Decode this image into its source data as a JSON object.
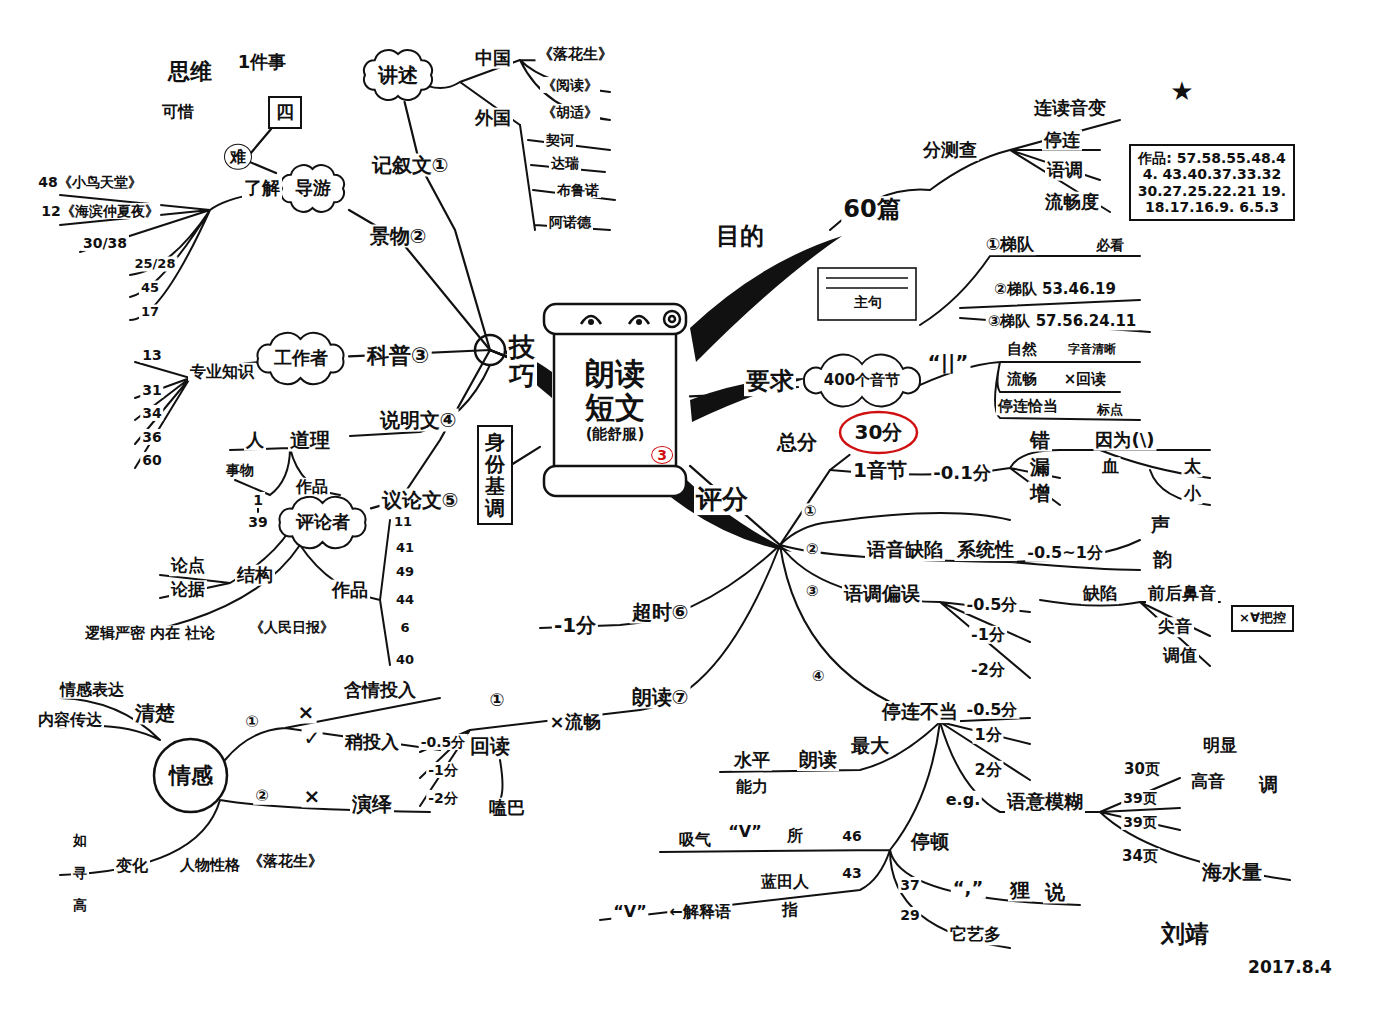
{
  "diagram": {
    "nodes": [
      {
        "text": [
          "朗读短文",
          "(能舒服)"
        ]
      },
      {
        "text": [
          "讲述"
        ]
      },
      {
        "text": [
          "四"
        ]
      },
      {
        "text": [
          "导游"
        ]
      },
      {
        "text": [
          "工作者"
        ]
      },
      {
        "text": [
          "评论者"
        ]
      },
      {
        "text": [
          "身份基调"
        ]
      },
      {
        "text": [
          "情感"
        ]
      },
      {
        "text": [
          "400个音节"
        ]
      },
      {
        "text": [
          "30分"
        ]
      },
      {
        "text": [
          "作品: 57.58.55.48.44. 43.40.37.33.32 30.27.25.22.21 19.18.17.16.9. 6.5.3"
        ]
      },
      {
        "text": [
          "×∀把控"
        ]
      }
    ],
    "edges": [
      {
        "from": 0,
        "to": 1,
        "arrow": "none"
      },
      {
        "from": 0,
        "to": 3,
        "arrow": "none"
      },
      {
        "from": 0,
        "to": 4,
        "arrow": "none"
      },
      {
        "from": 0,
        "to": 5,
        "arrow": "none"
      },
      {
        "from": 0,
        "to": 6,
        "arrow": "none"
      },
      {
        "from": 0,
        "to": 8,
        "arrow": "none"
      },
      {
        "from": 0,
        "to": 9,
        "arrow": "none"
      },
      {
        "from": 3,
        "to": 2,
        "arrow": "none"
      }
    ],
    "labels": [
      "思维",
      "1件事",
      "可惜",
      "难",
      "了解",
      "48《小鸟天堂》",
      "12《海滨仲夏夜》",
      "30/38",
      "25/28",
      "45",
      "17",
      "中国",
      "《落花生》",
      "《阅读》",
      "《胡适》",
      "外国",
      "契诃",
      "达瑞",
      "布鲁诺",
      "阿诺德",
      "记叙文①",
      "景物②",
      "技巧",
      "13",
      "31",
      "34",
      "36",
      "60",
      "专业知识",
      "科普③",
      "说明文④",
      "人",
      "道理",
      "事物",
      "作品",
      "1",
      "39",
      "议论文⑤",
      "论点",
      "论据",
      "结构",
      "作品",
      "11",
      "41",
      "49",
      "44",
      "6",
      "40",
      "《人民日报》",
      "逻辑严密 内在 社论",
      "情感表达",
      "内容传达",
      "清楚",
      "①",
      "×",
      "含情投入",
      "✓",
      "稍投入",
      "②",
      "×",
      "演绎",
      "如",
      "寻",
      "高",
      "变化",
      "人物性格",
      "《落花生》",
      "①",
      "回读",
      "×流畅",
      "朗读⑦",
      "-0.5分",
      "-1分",
      "-2分",
      "嗑巴",
      "-1分",
      "超时⑥",
      "3",
      "目的",
      "60篇",
      "分测查",
      "连读音变",
      "停连",
      "语调",
      "流畅度",
      "★",
      "主句",
      "①梯队",
      "必看",
      "②梯队 53.46.19",
      "③梯队 57.56.24.11",
      "要求",
      "“||”",
      "自然",
      "字音清晰",
      "流畅",
      "×回读",
      "停连恰当",
      "标点",
      "总分",
      "1音节",
      "-0.1分",
      "错",
      "漏",
      "增",
      "因为(\\)",
      "血",
      "太",
      "小",
      "评分",
      "①",
      "②",
      "语音缺陷",
      "系统性",
      "-0.5~1分",
      "声",
      "韵",
      "缺陷",
      "前后鼻音",
      "尖音",
      "调值",
      "③",
      "语调偏误",
      "-0.5分",
      "-1分",
      "-2分",
      "④",
      "停连不当",
      "-0.5分",
      "1分",
      "2分",
      "水平",
      "能力",
      "朗读",
      "最大",
      "e.g.",
      "语意模糊",
      "30页",
      "明显",
      "高音",
      "调",
      "39页",
      "39页",
      "34页",
      "海水量",
      "停顿",
      "吸气",
      "“V”",
      "所",
      "46",
      "蓝田人",
      "43",
      "“V”",
      "←解释语",
      "指",
      "37",
      "“,”",
      "狸",
      "说",
      "29",
      "它艺多",
      "刘靖",
      "2017.8.4"
    ]
  }
}
